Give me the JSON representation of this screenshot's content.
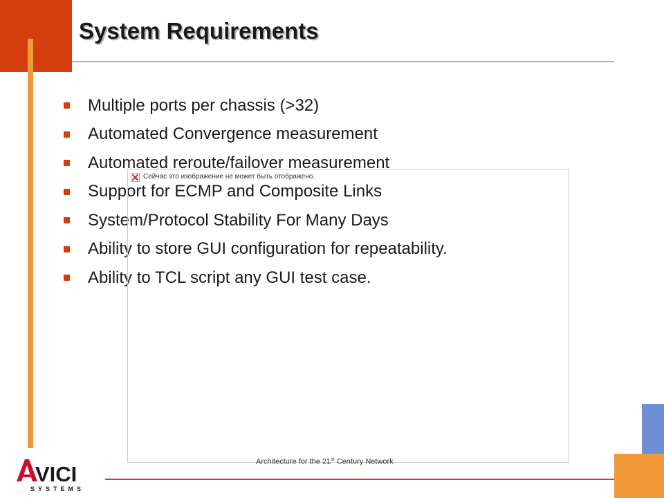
{
  "slide": {
    "title": "System Requirements",
    "bullets": [
      "Multiple ports per chassis (>32)",
      "Automated Convergence measurement",
      "Automated reroute/failover measurement",
      "Support for ECMP and Composite Links",
      "System/Protocol Stability For Many Days",
      "Ability to store GUI configuration for repeatability.",
      "Ability to TCL script any GUI test case."
    ]
  },
  "image_placeholder": {
    "caption": "Сейчас это изображение не может быть отображено.",
    "icon": "broken-image-icon"
  },
  "footer": {
    "prefix": "Architecture for the 21",
    "superscript": "st",
    "suffix": " Century Network"
  },
  "logo": {
    "wordmark": "AVICI",
    "subtitle": "SYSTEMS"
  },
  "colors": {
    "accent_red": "#d43d0f",
    "accent_orange": "#f29a3a",
    "accent_blue": "#6e8fd4"
  }
}
